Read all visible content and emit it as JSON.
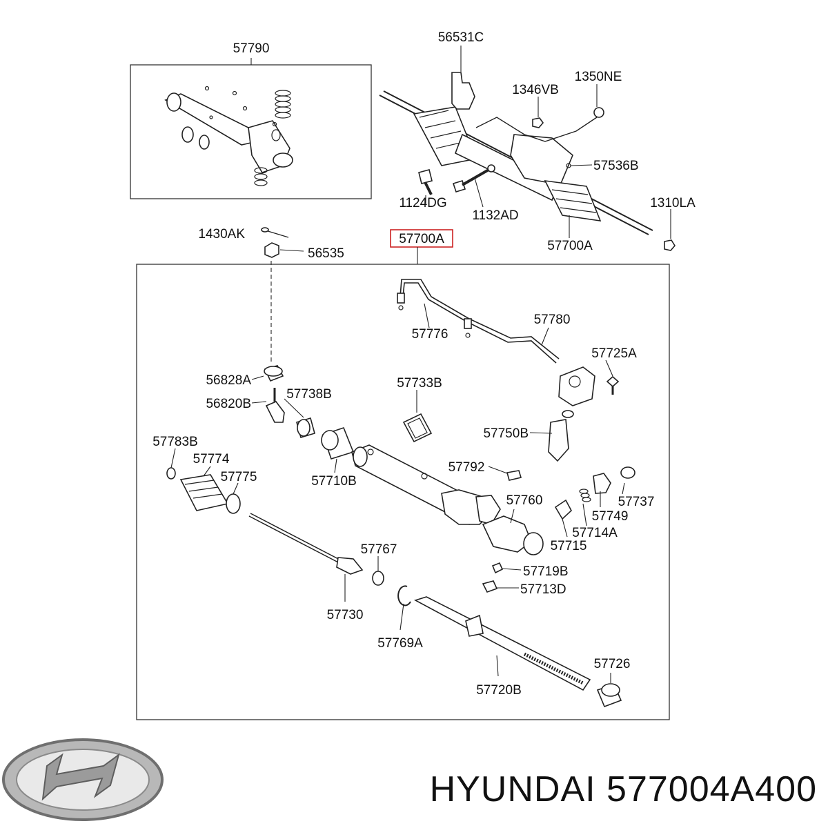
{
  "callouts": {
    "c57790": "57790",
    "c56531C": "56531C",
    "c1346VB": "1346VB",
    "c1350NE": "1350NE",
    "c57536B": "57536B",
    "c1124DG": "1124DG",
    "c1132AD": "1132AD",
    "c1310LA": "1310LA",
    "c57700A_top": "57700A",
    "c1430AK": "1430AK",
    "c56535": "56535",
    "c57700A_highlight": "57700A",
    "c57776": "57776",
    "c57780": "57780",
    "c57725A": "57725A",
    "c56828A": "56828A",
    "c57733B": "57733B",
    "c56820B": "56820B",
    "c57738B": "57738B",
    "c57750B": "57750B",
    "c57783B": "57783B",
    "c57774": "57774",
    "c57792": "57792",
    "c57775": "57775",
    "c57710B": "57710B",
    "c57760": "57760",
    "c57737": "57737",
    "c57749": "57749",
    "c57714A": "57714A",
    "c57715": "57715",
    "c57767": "57767",
    "c57719B": "57719B",
    "c57713D": "57713D",
    "c57730": "57730",
    "c57769A": "57769A",
    "c57726": "57726",
    "c57720B": "57720B"
  },
  "brand_text": "HYUNDAI 577004A400",
  "colors": {
    "highlight_box": "#cc2222",
    "line": "#222222"
  },
  "logo": "hyundai-logo"
}
